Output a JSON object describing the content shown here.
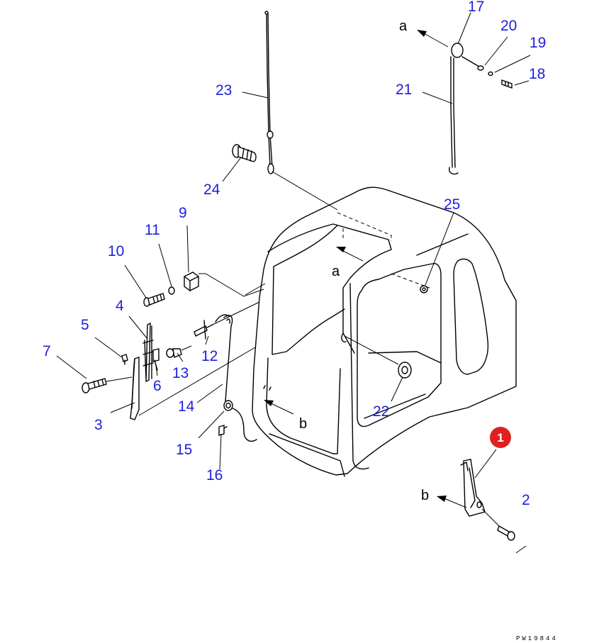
{
  "callouts": {
    "c2": "2",
    "c3": "3",
    "c4": "4",
    "c5": "5",
    "c6": "6",
    "c7": "7",
    "c9": "9",
    "c10": "10",
    "c11": "11",
    "c12": "12",
    "c13": "13",
    "c14": "14",
    "c15": "15",
    "c16": "16",
    "c17": "17",
    "c18": "18",
    "c19": "19",
    "c20": "20",
    "c21": "21",
    "c22": "22",
    "c23": "23",
    "c24": "24",
    "c25": "25"
  },
  "view_labels": {
    "a_top": "a",
    "a_cab": "a",
    "b_cab": "b",
    "b_bracket": "b"
  },
  "badge": {
    "label": "1",
    "color": "#e02020"
  },
  "callout_color": "#1e1edc",
  "drawing_code": "PW19844"
}
